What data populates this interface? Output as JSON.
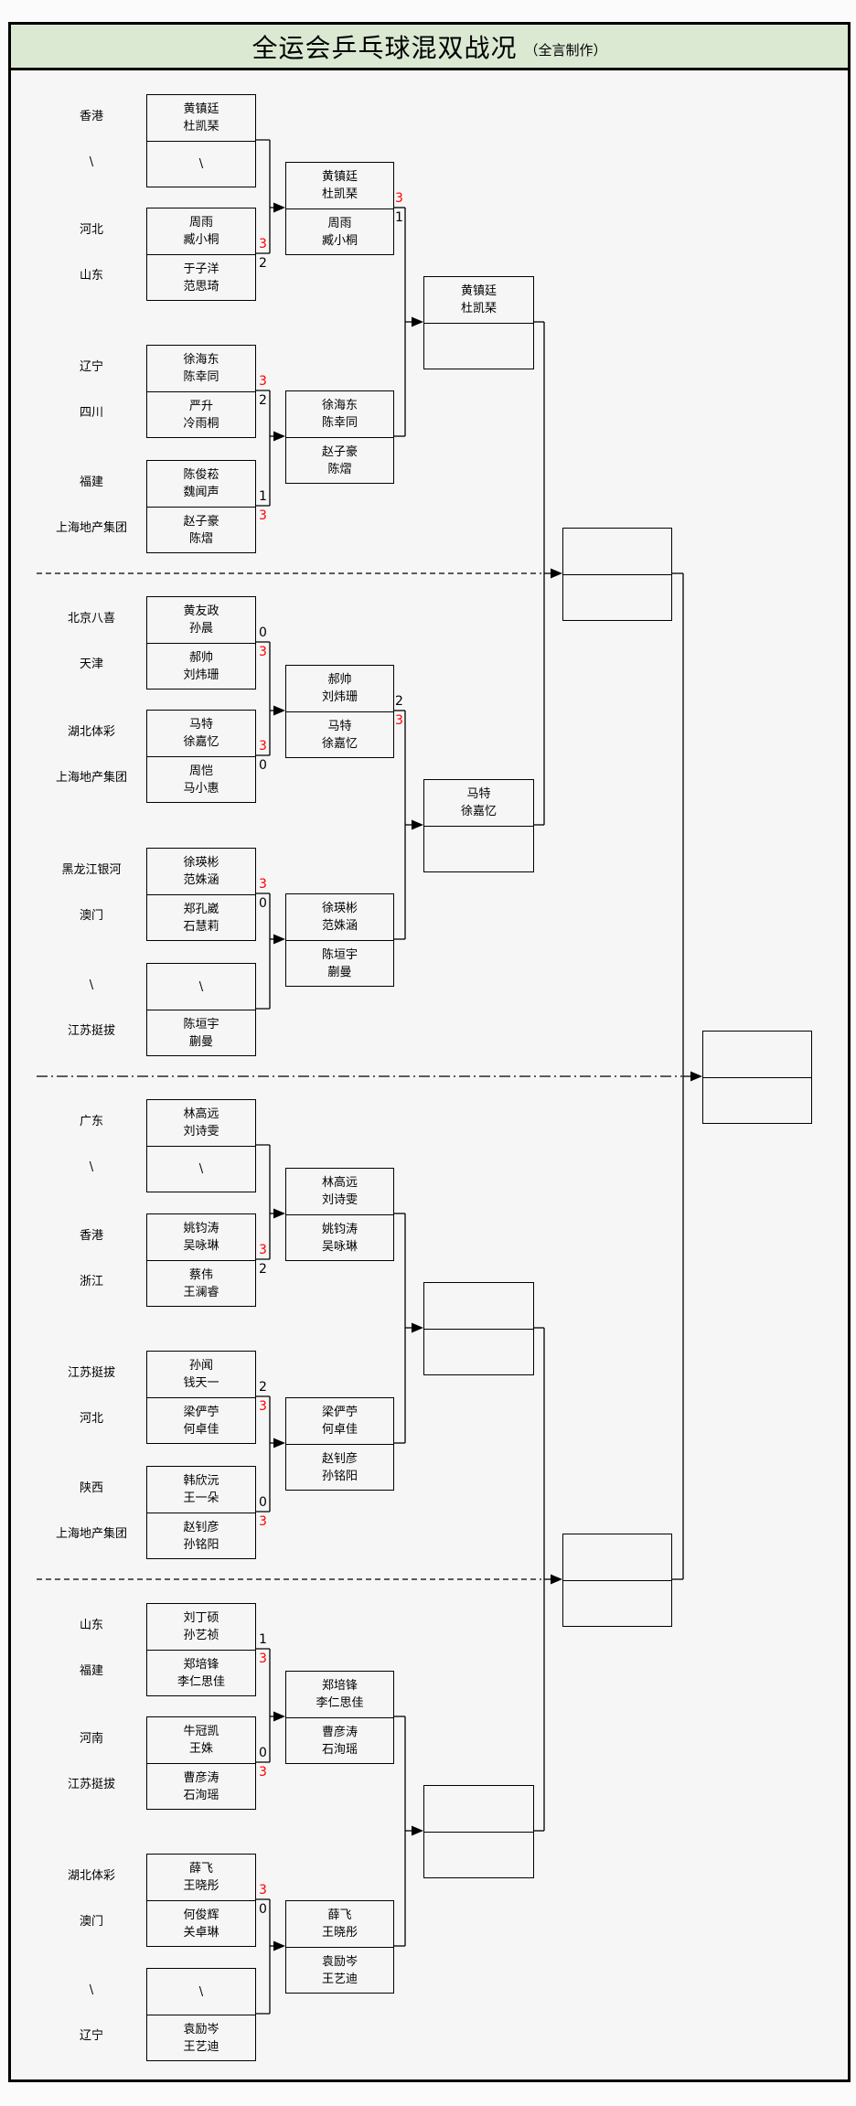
{
  "title": {
    "main": "全运会乒乓球混双战况",
    "credit": "（全言制作）"
  },
  "colors": {
    "header_bg": "#dbe9d3",
    "winner_score": "#ff0000",
    "score": "#000000"
  },
  "sections": [
    {
      "round1": [
        {
          "region": "香港",
          "players": [
            "黄镇廷",
            "杜凯琹"
          ],
          "score": "",
          "winner": false
        },
        {
          "region": "\\",
          "players": [
            "\\"
          ],
          "score": "",
          "winner": false
        },
        {
          "region": "河北",
          "players": [
            "周雨",
            "臧小桐"
          ],
          "score": "3",
          "winner": true
        },
        {
          "region": "山东",
          "players": [
            "于子洋",
            "范思琦"
          ],
          "score": "2",
          "winner": false
        },
        {
          "region": "辽宁",
          "players": [
            "徐海东",
            "陈幸同"
          ],
          "score": "3",
          "winner": true
        },
        {
          "region": "四川",
          "players": [
            "严升",
            "冷雨桐"
          ],
          "score": "2",
          "winner": false
        },
        {
          "region": "福建",
          "players": [
            "陈俊菘",
            "魏闻声"
          ],
          "score": "1",
          "winner": false
        },
        {
          "region": "上海地产集团",
          "players": [
            "赵子豪",
            "陈熠"
          ],
          "score": "3",
          "winner": true
        }
      ],
      "round2": [
        {
          "top": {
            "players": [
              "黄镇廷",
              "杜凯琹"
            ],
            "score": "3",
            "winner": true
          },
          "bottom": {
            "players": [
              "周雨",
              "臧小桐"
            ],
            "score": "1",
            "winner": false
          }
        },
        {
          "top": {
            "players": [
              "徐海东",
              "陈幸同"
            ],
            "score": "",
            "winner": false
          },
          "bottom": {
            "players": [
              "赵子豪",
              "陈熠"
            ],
            "score": "",
            "winner": false
          }
        }
      ],
      "quarterfinal": {
        "top": {
          "players": [
            "黄镇廷",
            "杜凯琹"
          ]
        },
        "bottom": {
          "players": []
        }
      }
    },
    {
      "round1": [
        {
          "region": "北京八喜",
          "players": [
            "黄友政",
            "孙晨"
          ],
          "score": "0",
          "winner": false
        },
        {
          "region": "天津",
          "players": [
            "郝帅",
            "刘炜珊"
          ],
          "score": "3",
          "winner": true
        },
        {
          "region": "湖北体彩",
          "players": [
            "马特",
            "徐嘉忆"
          ],
          "score": "3",
          "winner": true
        },
        {
          "region": "上海地产集团",
          "players": [
            "周恺",
            "马小惠"
          ],
          "score": "0",
          "winner": false
        },
        {
          "region": "黑龙江银河",
          "players": [
            "徐瑛彬",
            "范姝涵"
          ],
          "score": "3",
          "winner": true
        },
        {
          "region": "澳门",
          "players": [
            "郑孔崴",
            "石慧莉"
          ],
          "score": "0",
          "winner": false
        },
        {
          "region": "\\",
          "players": [
            "\\"
          ],
          "score": "",
          "winner": false
        },
        {
          "region": "江苏挺拔",
          "players": [
            "陈垣宇",
            "蒯曼"
          ],
          "score": "",
          "winner": false
        }
      ],
      "round2": [
        {
          "top": {
            "players": [
              "郝帅",
              "刘炜珊"
            ],
            "score": "2",
            "winner": false
          },
          "bottom": {
            "players": [
              "马特",
              "徐嘉忆"
            ],
            "score": "3",
            "winner": true
          }
        },
        {
          "top": {
            "players": [
              "徐瑛彬",
              "范姝涵"
            ],
            "score": "",
            "winner": false
          },
          "bottom": {
            "players": [
              "陈垣宇",
              "蒯曼"
            ],
            "score": "",
            "winner": false
          }
        }
      ],
      "quarterfinal": {
        "top": {
          "players": [
            "马特",
            "徐嘉忆"
          ]
        },
        "bottom": {
          "players": []
        }
      }
    },
    {
      "round1": [
        {
          "region": "广东",
          "players": [
            "林高远",
            "刘诗雯"
          ],
          "score": "",
          "winner": false
        },
        {
          "region": "\\",
          "players": [
            "\\"
          ],
          "score": "",
          "winner": false
        },
        {
          "region": "香港",
          "players": [
            "姚钧涛",
            "吴咏琳"
          ],
          "score": "3",
          "winner": true
        },
        {
          "region": "浙江",
          "players": [
            "蔡伟",
            "王澜睿"
          ],
          "score": "2",
          "winner": false
        },
        {
          "region": "江苏挺拔",
          "players": [
            "孙闻",
            "钱天一"
          ],
          "score": "2",
          "winner": false
        },
        {
          "region": "河北",
          "players": [
            "梁俨苧",
            "何卓佳"
          ],
          "score": "3",
          "winner": true
        },
        {
          "region": "陕西",
          "players": [
            "韩欣沅",
            "王一朵"
          ],
          "score": "0",
          "winner": false
        },
        {
          "region": "上海地产集团",
          "players": [
            "赵钊彦",
            "孙铭阳"
          ],
          "score": "3",
          "winner": true
        }
      ],
      "round2": [
        {
          "top": {
            "players": [
              "林高远",
              "刘诗雯"
            ],
            "score": "",
            "winner": false
          },
          "bottom": {
            "players": [
              "姚钧涛",
              "吴咏琳"
            ],
            "score": "",
            "winner": false
          }
        },
        {
          "top": {
            "players": [
              "梁俨苧",
              "何卓佳"
            ],
            "score": "",
            "winner": false
          },
          "bottom": {
            "players": [
              "赵钊彦",
              "孙铭阳"
            ],
            "score": "",
            "winner": false
          }
        }
      ],
      "quarterfinal": {
        "top": {
          "players": []
        },
        "bottom": {
          "players": []
        }
      }
    },
    {
      "round1": [
        {
          "region": "山东",
          "players": [
            "刘丁硕",
            "孙艺祯"
          ],
          "score": "1",
          "winner": false
        },
        {
          "region": "福建",
          "players": [
            "郑培锋",
            "李仁思佳"
          ],
          "score": "3",
          "winner": true
        },
        {
          "region": "河南",
          "players": [
            "牛冠凯",
            "王姝"
          ],
          "score": "0",
          "winner": false
        },
        {
          "region": "江苏挺拔",
          "players": [
            "曹彦涛",
            "石洵瑶"
          ],
          "score": "3",
          "winner": true
        },
        {
          "region": "湖北体彩",
          "players": [
            "薛飞",
            "王晓彤"
          ],
          "score": "3",
          "winner": true
        },
        {
          "region": "澳门",
          "players": [
            "何俊辉",
            "关卓琳"
          ],
          "score": "0",
          "winner": false
        },
        {
          "region": "\\",
          "players": [
            "\\"
          ],
          "score": "",
          "winner": false
        },
        {
          "region": "辽宁",
          "players": [
            "袁励岑",
            "王艺迪"
          ],
          "score": "",
          "winner": false
        }
      ],
      "round2": [
        {
          "top": {
            "players": [
              "郑培锋",
              "李仁思佳"
            ],
            "score": "",
            "winner": false
          },
          "bottom": {
            "players": [
              "曹彦涛",
              "石洵瑶"
            ],
            "score": "",
            "winner": false
          }
        },
        {
          "top": {
            "players": [
              "薛飞",
              "王晓彤"
            ],
            "score": "",
            "winner": false
          },
          "bottom": {
            "players": [
              "袁励岑",
              "王艺迪"
            ],
            "score": "",
            "winner": false
          }
        }
      ],
      "quarterfinal": {
        "top": {
          "players": []
        },
        "bottom": {
          "players": []
        }
      }
    }
  ],
  "semifinals": [
    {
      "top": {
        "players": []
      },
      "bottom": {
        "players": []
      }
    },
    {
      "top": {
        "players": []
      },
      "bottom": {
        "players": []
      }
    }
  ],
  "final": {
    "top": {
      "players": []
    },
    "bottom": {
      "players": []
    }
  }
}
